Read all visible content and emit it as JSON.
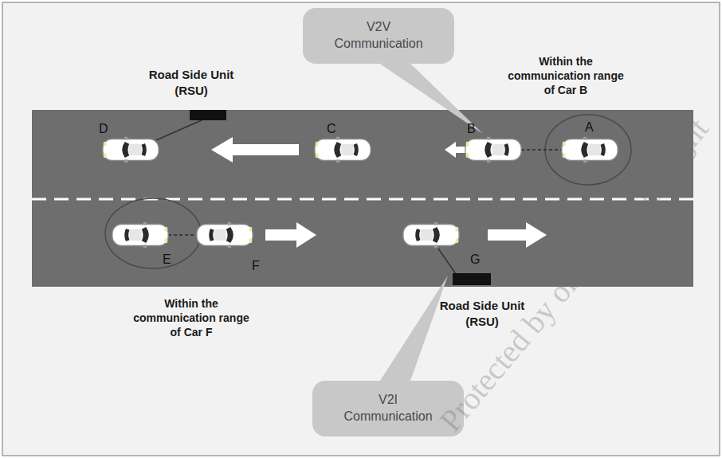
{
  "diagram": {
    "nodes": [
      {
        "text": [
          "V2V Communication"
        ]
      },
      {
        "text": [
          "V2I Communication"
        ]
      }
    ],
    "labels": [
      "Road Side Unit (RSU)",
      "Within the communication range of Car B",
      "D",
      "C",
      "B",
      "A",
      "E",
      "F",
      "G",
      "Within the communication range of Car F",
      "Road Side Unit (RSU)",
      "Protected by original copyright"
    ]
  }
}
